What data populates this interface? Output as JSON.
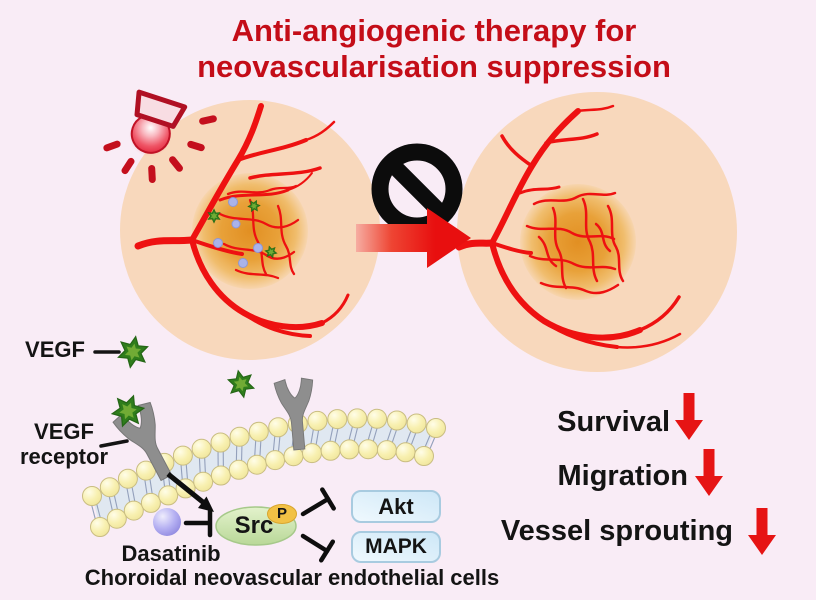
{
  "title": {
    "line1": "Anti-angiogenic therapy for",
    "line2": "neovascularisation suppression"
  },
  "molecules": {
    "vegf": "VEGF",
    "receptor_line1": "VEGF",
    "receptor_line2": "receptor"
  },
  "pathway": {
    "dasatinib": "Dasatinib",
    "src": "Src",
    "phospho": "P",
    "akt": "Akt",
    "mapk": "MAPK"
  },
  "caption": "Choroidal neovascular endothelial cells",
  "outcomes": [
    {
      "label": "Survival",
      "icon": "arrow-down-icon",
      "direction": "down"
    },
    {
      "label": "Migration",
      "icon": "arrow-down-icon",
      "direction": "down"
    },
    {
      "label": "Vessel sprouting",
      "icon": "arrow-down-icon",
      "direction": "down"
    }
  ],
  "icons": {
    "laser": "laser-icon",
    "prohibition": "no-entry-icon",
    "treatment_arrow": "arrow-right-icon",
    "vegf_molecule": "vegf-star-icon",
    "vegf_receptor": "vegf-receptor-icon",
    "dasatinib_molecule": "dasatinib-sphere-icon",
    "outcome_arrow": "arrow-down-icon"
  },
  "colors": {
    "background": "#f9ecf6",
    "title_red": "#c40d18",
    "vessel_red": "#ee1111",
    "arrow_red": "#e81111",
    "retina_peach": "#f8d8bc",
    "lesion_orange": "#e28f22",
    "vegf_green": "#2f7d1c",
    "receptor_gray": "#8e8e8e",
    "membrane_yellow": "#f8f0b0",
    "dasatinib_purple": "#a9a5ec",
    "src_green": "#cde7ad",
    "phospho_yellow": "#f2c145",
    "box_blue": "#dff0fa",
    "ink_black": "#141414",
    "prohibition_black": "#0c0c0c"
  }
}
